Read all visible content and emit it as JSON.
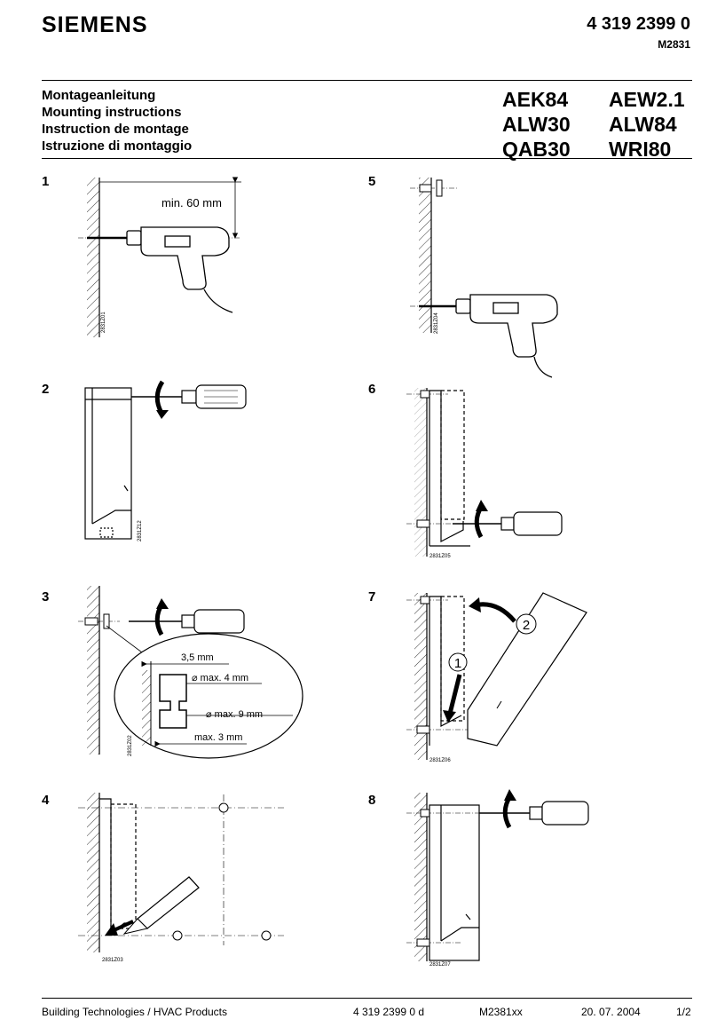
{
  "header": {
    "brand": "SIEMENS",
    "doc_number": "4 319 2399 0",
    "doc_code": "M2831"
  },
  "titles": [
    "Montageanleitung",
    "Mounting instructions",
    "Instruction de montage",
    "Istruzione di montaggio"
  ],
  "models": {
    "col1": [
      "AEK84",
      "ALW30",
      "QAB30"
    ],
    "col2": [
      "AEW2.1",
      "ALW84",
      "WRI80"
    ]
  },
  "steps": {
    "s1": {
      "number": "1",
      "dimension": "min. 60  mm",
      "fig_id": "2831Z01"
    },
    "s2": {
      "number": "2",
      "fig_id": "2831Z12"
    },
    "s3": {
      "number": "3",
      "dim_a": "3,5  mm",
      "dim_b": "⌀  max.  4  mm",
      "dim_c": "⌀  max.  9  mm",
      "dim_d": "max.  3  mm",
      "fig_id": "2831Z02"
    },
    "s4": {
      "number": "4",
      "fig_id": "2831Z03"
    },
    "s5": {
      "number": "5",
      "fig_id": "2831Z04"
    },
    "s6": {
      "number": "6",
      "fig_id": "2831Z05"
    },
    "s7": {
      "number": "7",
      "callout_1": "1",
      "callout_2": "2",
      "fig_id": "2831Z06"
    },
    "s8": {
      "number": "8",
      "fig_id": "2831Z07"
    }
  },
  "footer": {
    "division": "Building Technologies / HVAC Products",
    "doc_ref": "4 319 2399 0 d",
    "code": "M2381xx",
    "date": "20. 07. 2004",
    "page": "1/2"
  }
}
